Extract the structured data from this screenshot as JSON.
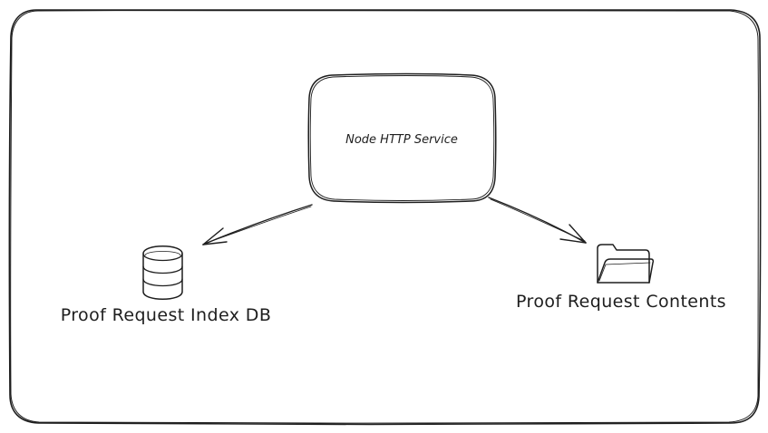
{
  "diagram": {
    "nodes": {
      "service": {
        "label": "Node HTTP Service"
      },
      "index_db": {
        "label": "Proof Request Index DB",
        "icon": "database-icon"
      },
      "contents": {
        "label": "Proof Request Contents",
        "icon": "folder-icon"
      }
    },
    "edges": [
      {
        "from": "Node HTTP Service",
        "to": "Proof Request Index DB"
      },
      {
        "from": "Node HTTP Service",
        "to": "Proof Request Contents"
      }
    ],
    "colors": {
      "stroke": "#1e1e1e",
      "background": "#ffffff"
    }
  }
}
